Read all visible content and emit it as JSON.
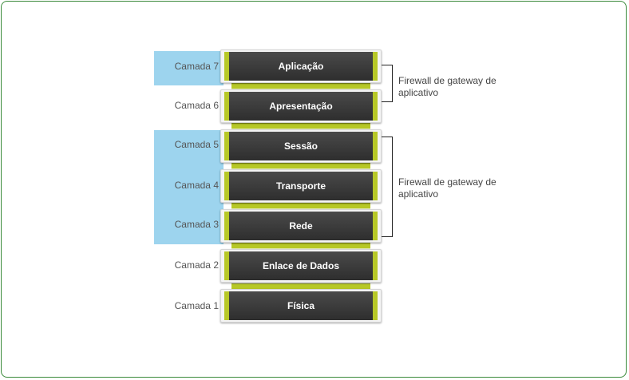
{
  "layers": [
    {
      "label": "Camada 7",
      "name": "Aplicação"
    },
    {
      "label": "Camada 6",
      "name": "Apresentação"
    },
    {
      "label": "Camada 5",
      "name": "Sessão"
    },
    {
      "label": "Camada 4",
      "name": "Transporte"
    },
    {
      "label": "Camada 3",
      "name": "Rede"
    },
    {
      "label": "Camada 2",
      "name": "Enlace de Dados"
    },
    {
      "label": "Camada 1",
      "name": "Física"
    }
  ],
  "brackets": [
    {
      "text": "Firewall de gateway de aplicativo"
    },
    {
      "text": "Firewall de gateway de aplicativo"
    }
  ],
  "colors": {
    "highlight": "#9dd4ee",
    "block": "#3a3a3a",
    "accent": "#b7c827",
    "frame": "#3a8a3a"
  }
}
